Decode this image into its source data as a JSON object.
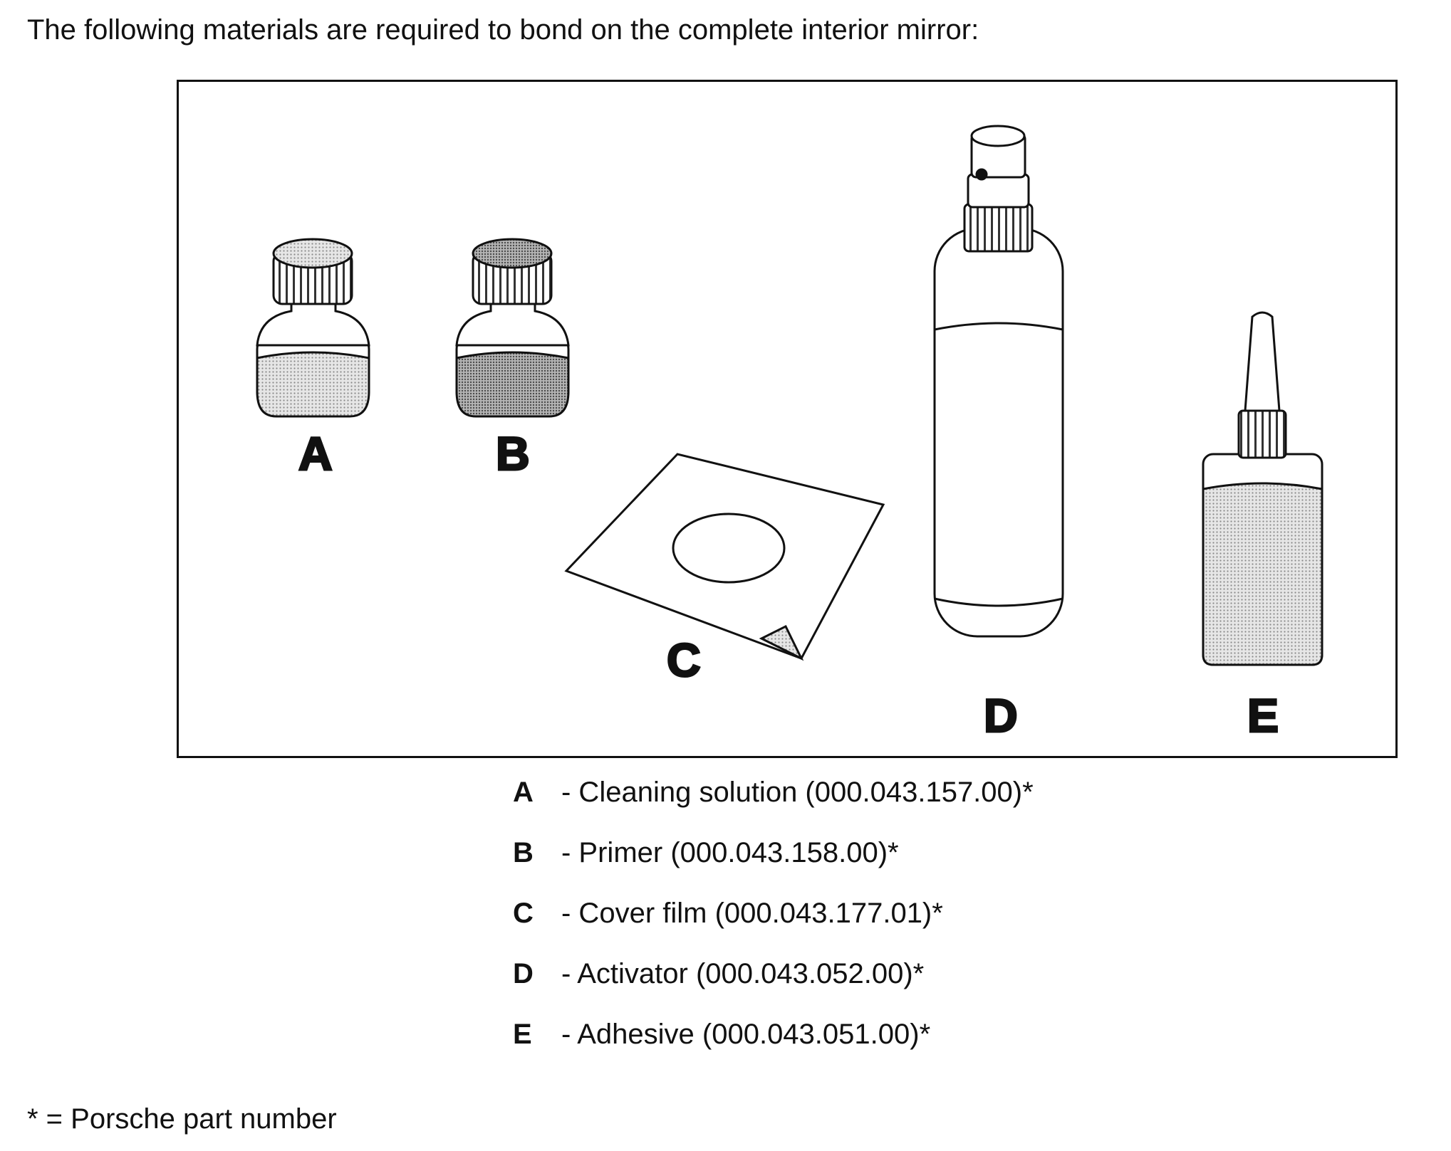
{
  "intro": "The following materials are required to bond on the complete interior mirror:",
  "figure": {
    "labels": [
      "A",
      "B",
      "C",
      "D",
      "E"
    ]
  },
  "legend": [
    {
      "letter": "A",
      "text": "- Cleaning solution (000.043.157.00)*"
    },
    {
      "letter": "B",
      "text": "- Primer (000.043.158.00)*"
    },
    {
      "letter": "C",
      "text": "- Cover film (000.043.177.01)*"
    },
    {
      "letter": "D",
      "text": "- Activator (000.043.052.00)*"
    },
    {
      "letter": "E",
      "text": "- Adhesive (000.043.051.00)*"
    }
  ],
  "footnote": "* = Porsche part number",
  "colors": {
    "ink": "#111111",
    "stipple_light": "#d4d4d4",
    "stipple_dark": "#9a9a9a"
  }
}
